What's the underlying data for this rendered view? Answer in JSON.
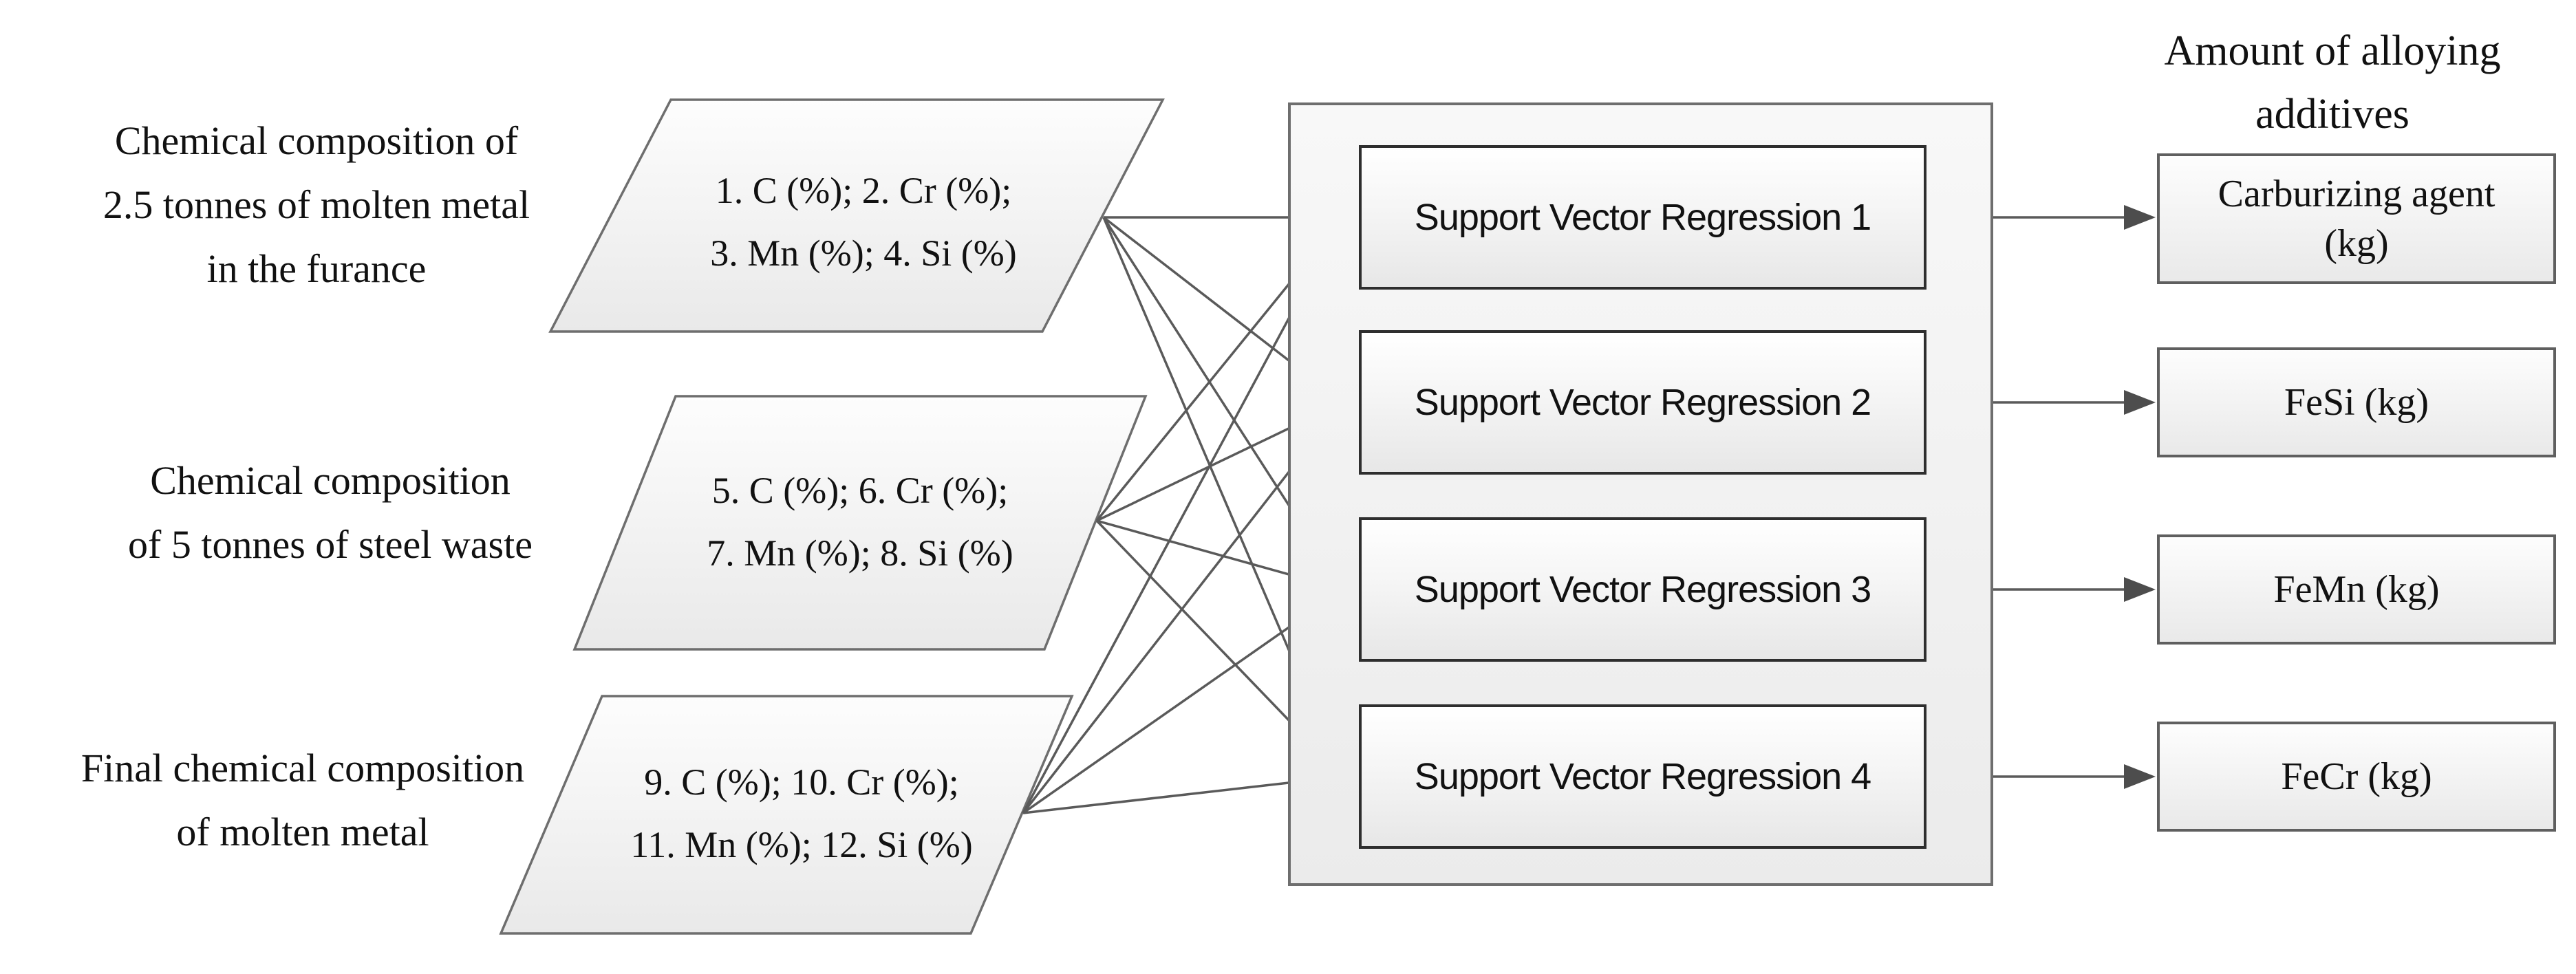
{
  "title": {
    "lines": [
      "Amount of alloying",
      "additives"
    ]
  },
  "inputs": [
    {
      "label_lines": [
        "Chemical composition of",
        "2.5 tonnes of molten metal",
        "in the furance"
      ],
      "data_lines": [
        "1. C (%); 2. Cr (%);",
        "3. Mn (%); 4. Si (%)"
      ]
    },
    {
      "label_lines": [
        "Chemical composition",
        "of 5 tonnes of steel waste"
      ],
      "data_lines": [
        "5. C (%); 6. Cr (%);",
        "7. Mn (%); 8. Si (%)"
      ]
    },
    {
      "label_lines": [
        "Final chemical composition",
        "of molten metal"
      ],
      "data_lines": [
        "9. C (%); 10. Cr (%);",
        "11. Mn (%); 12. Si (%)"
      ]
    }
  ],
  "models": [
    {
      "label": "Support Vector Regression 1"
    },
    {
      "label": "Support Vector Regression 2"
    },
    {
      "label": "Support Vector Regression 3"
    },
    {
      "label": "Support Vector Regression 4"
    }
  ],
  "outputs": [
    {
      "label_lines": [
        "Carburizing agent",
        "(kg)"
      ]
    },
    {
      "label_lines": [
        "FeSi (kg)"
      ]
    },
    {
      "label_lines": [
        "FeMn (kg)"
      ]
    },
    {
      "label_lines": [
        "FeCr (kg)"
      ]
    }
  ],
  "colors": {
    "background": "#ffffff",
    "line": "#5a5a5a",
    "arrowhead": "#4d4d4d",
    "shape_border": "#6e6e6e",
    "model_box_border": "#2e2e2e",
    "output_box_border": "#5f5f5f",
    "shape_fill_light": "#fdfdfd",
    "shape_fill_dark": "#e9e9e9",
    "text": "#111111"
  }
}
